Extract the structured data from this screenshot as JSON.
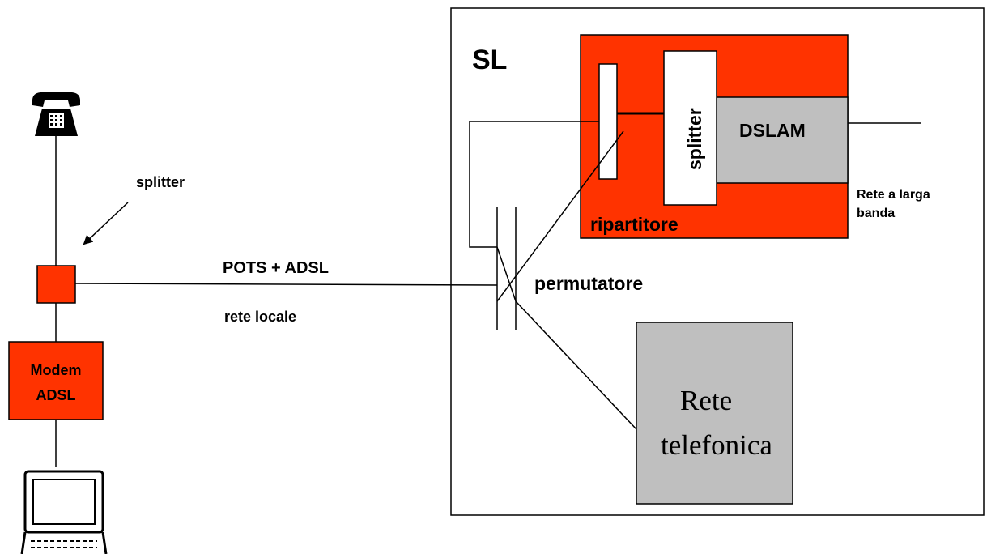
{
  "colors": {
    "red": "#ff3300",
    "gray": "#bfbfbf",
    "line": "#000000",
    "white": "#ffffff"
  },
  "labels": {
    "sl": "SL",
    "splitter_user": "splitter",
    "pots_adsl": "POTS + ADSL",
    "rete_locale": "rete locale",
    "modem_line1": "Modem",
    "modem_line2": "ADSL",
    "splitter_central": "splitter",
    "dslam": "DSLAM",
    "ripartitore": "ripartitore",
    "rete_larga_line1": "Rete a larga",
    "rete_larga_line2": "banda",
    "permutatore": "permutatore",
    "rete_tel_line1": "Rete",
    "rete_tel_line2": "telefonica"
  },
  "icons": {
    "phone": "telephone-icon",
    "computer": "computer-terminal-icon",
    "arrow": "pointer-arrow-icon"
  }
}
